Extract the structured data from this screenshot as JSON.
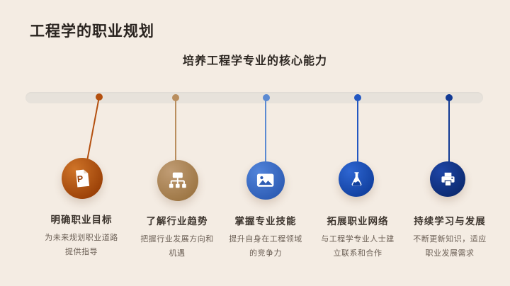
{
  "slide": {
    "title": "工程学的职业规划",
    "subtitle": "培养工程学专业的核心能力"
  },
  "colors": {
    "background": "#f4ece3",
    "timeline_bar": "#e7e2db",
    "title_text": "#29231f",
    "heading_text": "#3b332c",
    "body_text": "#6b5f55"
  },
  "items": [
    {
      "heading": "明确职业目标",
      "body_line1": "为未来规划职业道路",
      "body_line2": "提供指导",
      "icon": "powerpoint-document-icon",
      "color_light": "#cf7428",
      "color_dark": "#9a4007",
      "accent": "#b4500f"
    },
    {
      "heading": "了解行业趋势",
      "body_line1": "把握行业发展方向和",
      "body_line2": "机遇",
      "icon": "org-chart-icon",
      "color_light": "#c09c74",
      "color_dark": "#9d7644",
      "accent": "#b98e5e"
    },
    {
      "heading": "掌握专业技能",
      "body_line1": "提升自身在工程领域",
      "body_line2": "的竞争力",
      "icon": "image-icon",
      "color_light": "#5284da",
      "color_dark": "#2d5cb4",
      "accent": "#5b8ad2"
    },
    {
      "heading": "拓展职业网络",
      "body_line1": "与工程学专业人士建",
      "body_line2": "立联系和合作",
      "icon": "flask-icon",
      "color_light": "#2e66d2",
      "color_dark": "#11409f",
      "accent": "#2257c2"
    },
    {
      "heading": "持续学习与发展",
      "body_line1": "不断更新知识，适应",
      "body_line2": "职业发展需求",
      "icon": "printer-icon",
      "color_light": "#1d45a6",
      "color_dark": "#0c2a70",
      "accent": "#123a94"
    }
  ]
}
